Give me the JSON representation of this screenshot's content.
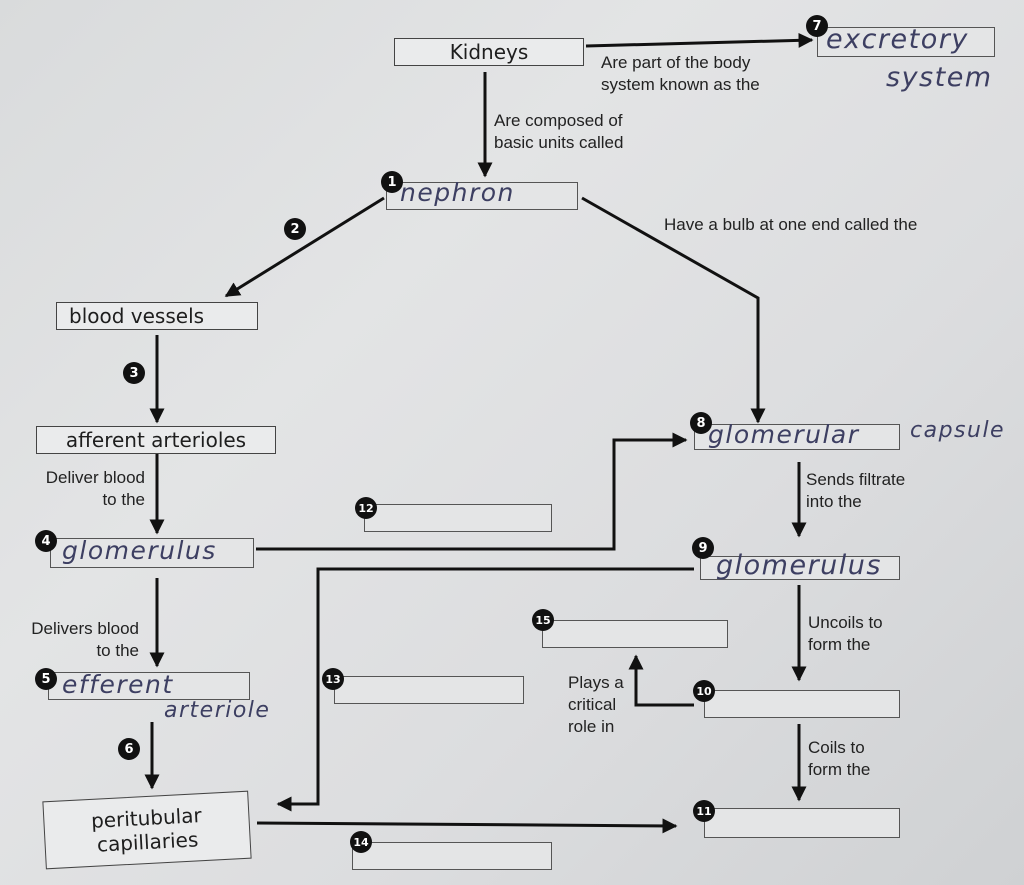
{
  "boxes": {
    "kidneys": "Kidneys",
    "blood_vessels": "blood vessels",
    "afferent_arterioles": "afferent arterioles",
    "peritubular_line1": "peritubular",
    "peritubular_line2": "capillaries"
  },
  "handwritten": {
    "excretory": "excretory",
    "system": "system",
    "nephron": "nephron",
    "glomerular": "glomerular",
    "capsule": "capsule",
    "glomerulus_4": "glomerulus",
    "glomerulus_9": "glomerulus",
    "efferent": "efferent",
    "arteriole": "arteriole"
  },
  "labels": {
    "part_of_1": "Are part of the body",
    "part_of_2": "system known as the",
    "composed_1": "Are composed of",
    "composed_2": "basic units called",
    "bulb": "Have a bulb at one end called the",
    "deliver_1": "Deliver blood",
    "deliver_2": "to the",
    "delivers_1": "Delivers blood",
    "delivers_2": "to the",
    "filtrate_1": "Sends filtrate",
    "filtrate_2": "into the",
    "uncoils_1": "Uncoils to",
    "uncoils_2": "form the",
    "plays_1": "Plays a",
    "plays_2": "critical",
    "plays_3": "role in",
    "coils_1": "Coils to",
    "coils_2": "form the"
  },
  "badges": {
    "b1": "1",
    "b2": "2",
    "b3": "3",
    "b4": "4",
    "b5": "5",
    "b6": "6",
    "b7": "7",
    "b8": "8",
    "b9": "9",
    "b10": "10",
    "b11": "11",
    "b12": "12",
    "b13": "13",
    "b14": "14",
    "b15": "15"
  },
  "colors": {
    "ink": "#1e1e1e",
    "handwriting": "#3d3f62",
    "box_fill": "#eaebec"
  }
}
